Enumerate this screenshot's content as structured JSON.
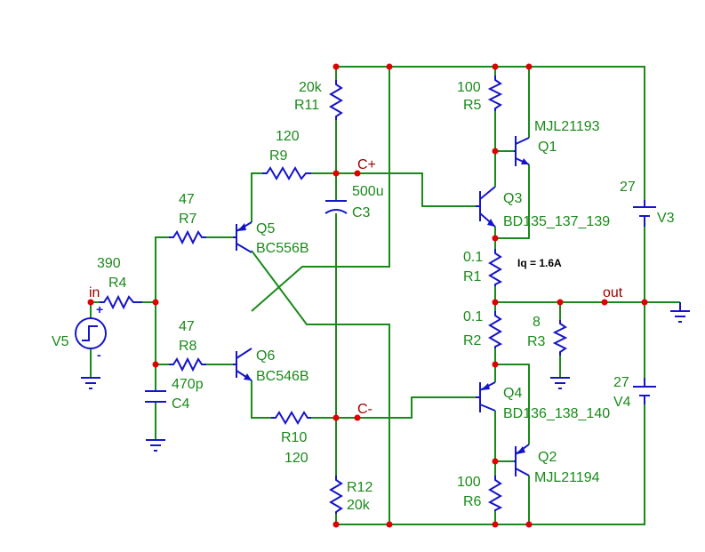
{
  "schematic": {
    "nets": {
      "in": "in",
      "out": "out",
      "c_plus": "C+",
      "c_minus": "C-"
    },
    "note": "Iq = 1.6A",
    "resistors": {
      "R1": {
        "name": "R1",
        "value": "0.1"
      },
      "R2": {
        "name": "R2",
        "value": "0.1"
      },
      "R3": {
        "name": "R3",
        "value": "8"
      },
      "R4": {
        "name": "R4",
        "value": "390"
      },
      "R5": {
        "name": "R5",
        "value": "100"
      },
      "R6": {
        "name": "R6",
        "value": "100"
      },
      "R7": {
        "name": "R7",
        "value": "47"
      },
      "R8": {
        "name": "R8",
        "value": "47"
      },
      "R9": {
        "name": "R9",
        "value": "120"
      },
      "R10": {
        "name": "R10",
        "value": "120"
      },
      "R11": {
        "name": "R11",
        "value": "20k"
      },
      "R12": {
        "name": "R12",
        "value": "20k"
      }
    },
    "capacitors": {
      "C3": {
        "name": "C3",
        "value": "500u"
      },
      "C4": {
        "name": "C4",
        "value": "470p"
      }
    },
    "transistors": {
      "Q1": {
        "name": "Q1",
        "part": "MJL21193"
      },
      "Q2": {
        "name": "Q2",
        "part": "MJL21194"
      },
      "Q3": {
        "name": "Q3",
        "part": "BD135_137_139"
      },
      "Q4": {
        "name": "Q4",
        "part": "BD136_138_140"
      },
      "Q5": {
        "name": "Q5",
        "part": "BC556B"
      },
      "Q6": {
        "name": "Q6",
        "part": "BC546B"
      }
    },
    "sources": {
      "V3": {
        "name": "V3",
        "value": "27"
      },
      "V4": {
        "name": "V4",
        "value": "27"
      },
      "V5": {
        "name": "V5",
        "plus": "+",
        "minus": "-"
      }
    },
    "colors": {
      "wire": "#1a8a1a",
      "component": "#1515c8",
      "node": "#e00000",
      "net_label": "#a00000"
    }
  }
}
